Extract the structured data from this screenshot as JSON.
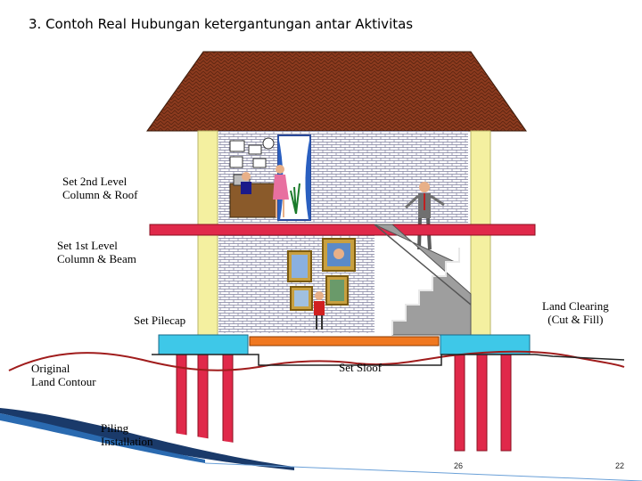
{
  "slide": {
    "title": "3. Contoh Real Hubungan ketergantungan antar Aktivitas",
    "page_number": "22",
    "inner_page_number": "26"
  },
  "labels": {
    "set_2nd_line1": "Set 2nd Level",
    "set_2nd_line2": "Column & Roof",
    "set_1st_line1": "Set 1st Level",
    "set_1st_line2": "Column & Beam",
    "set_pilecap": "Set Pilecap",
    "land_clearing_line1": "Land Clearing",
    "land_clearing_line2": "(Cut & Fill)",
    "original_line1": "Original",
    "original_line2": "Land Contour",
    "set_sloof": "Set Sloof",
    "piling_line1": "Piling",
    "piling_line2": "Installation"
  },
  "colors": {
    "roof": "#8b3a1e",
    "column": "#f4f0a0",
    "beam": "#e0294a",
    "pilecap": "#3ec8e8",
    "sloof": "#f07820",
    "pile": "#e0294a",
    "ground": "#a01c1c",
    "stairs": "#a0a0a0",
    "brick_bg": "#ffffff",
    "brick_line": "#8080a0"
  }
}
